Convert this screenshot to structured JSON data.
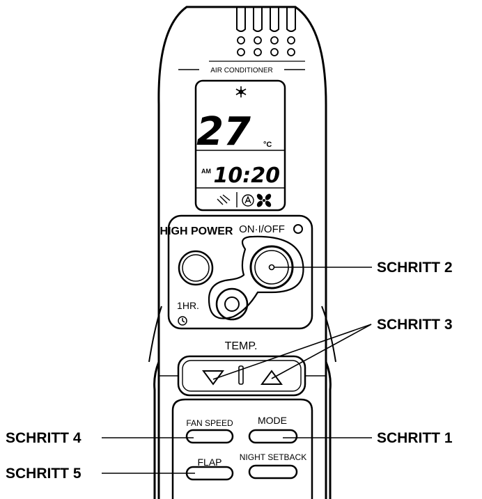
{
  "remote": {
    "brand_label": "AIR CONDITIONER",
    "display": {
      "temperature": "27",
      "temperature_unit": "°C",
      "period": "AM",
      "time": "10:20"
    },
    "buttons": {
      "high_power": "HIGH POWER",
      "on_off": "ON·I/OFF",
      "timer": "1HR.",
      "temp": "TEMP.",
      "fan_speed": "FAN SPEED",
      "mode": "MODE",
      "flap": "FLAP",
      "night_setback": "NIGHT SETBACK"
    }
  },
  "callouts": {
    "step1": "SCHRITT 1",
    "step2": "SCHRITT 2",
    "step3": "SCHRITT 3",
    "step4": "SCHRITT 4",
    "step5": "SCHRITT 5"
  }
}
